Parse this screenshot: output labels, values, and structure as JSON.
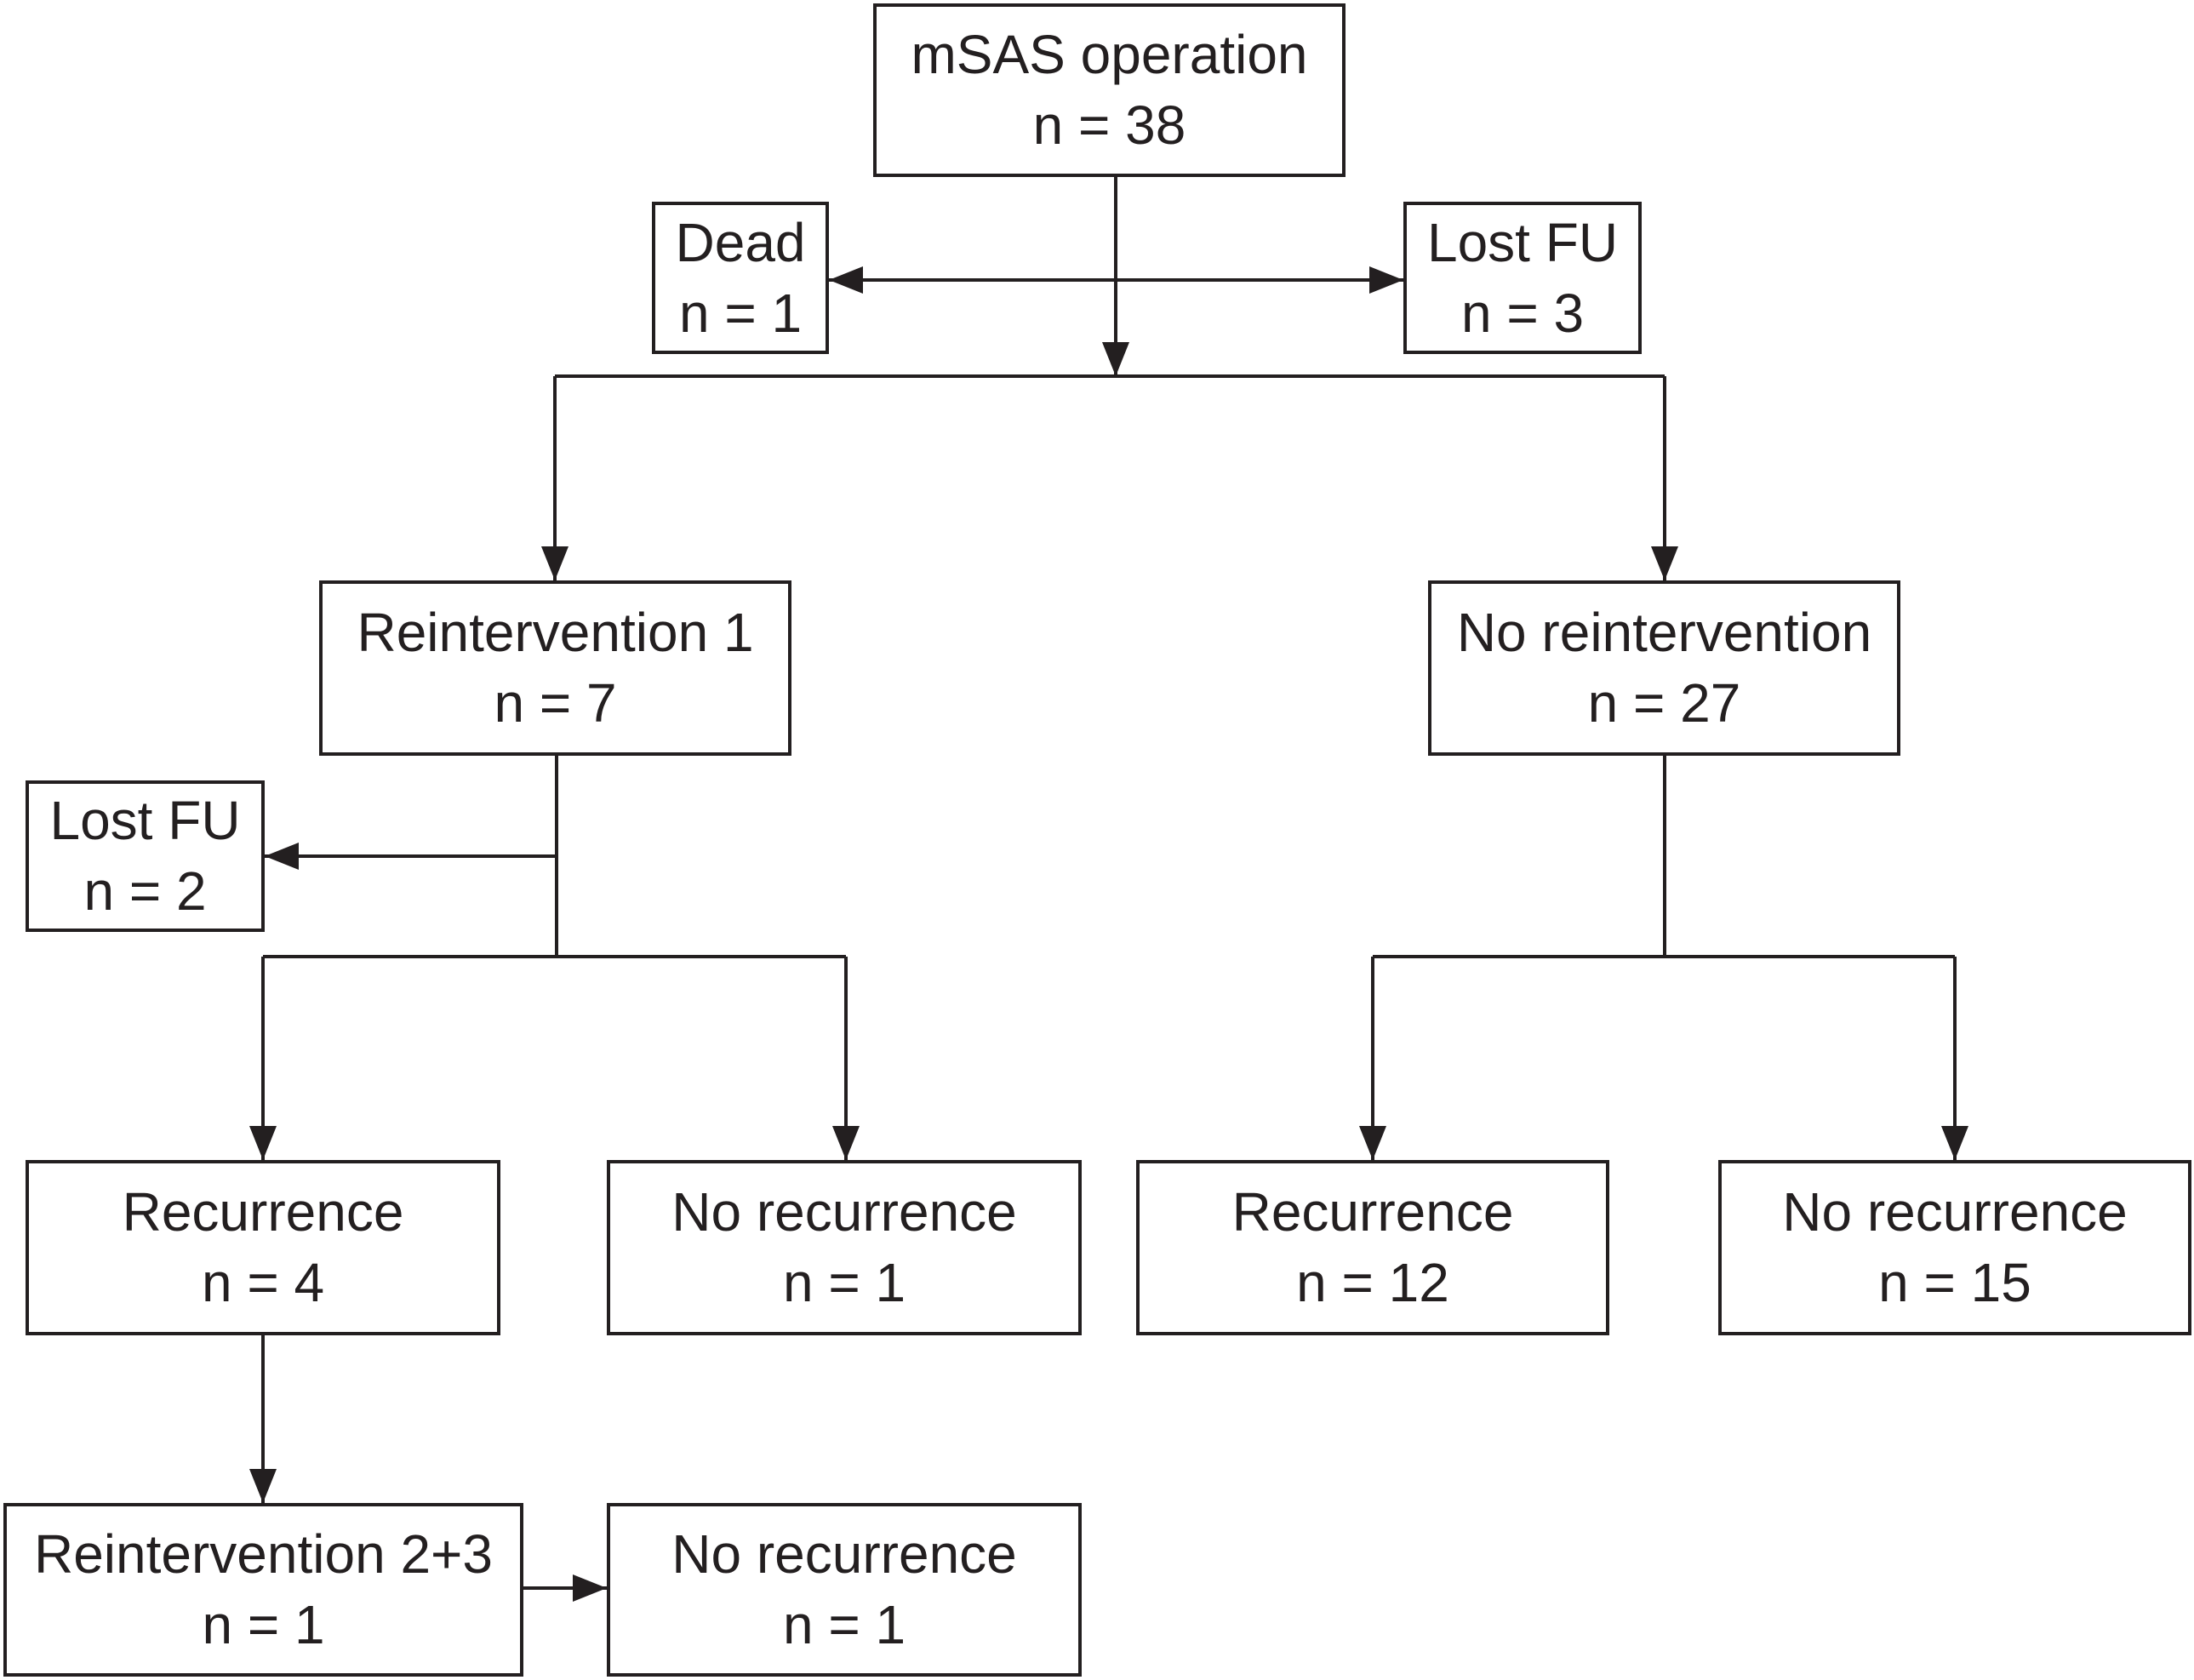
{
  "colors": {
    "line": "#231f20",
    "background": "#ffffff"
  },
  "nodes": {
    "root": {
      "label": "mSAS operation",
      "count": "n = 38"
    },
    "dead": {
      "label": "Dead",
      "count": "n = 1"
    },
    "lost1": {
      "label": "Lost FU",
      "count": "n = 3"
    },
    "reint1": {
      "label": "Reintervention 1",
      "count": "n = 7"
    },
    "noreint": {
      "label": "No reintervention",
      "count": "n = 27"
    },
    "lost2": {
      "label": "Lost FU",
      "count": "n = 2"
    },
    "rec1": {
      "label": "Recurrence",
      "count": "n = 4"
    },
    "norec1": {
      "label": "No recurrence",
      "count": "n = 1"
    },
    "rec2": {
      "label": "Recurrence",
      "count": "n = 12"
    },
    "norec2": {
      "label": "No recurrence",
      "count": "n = 15"
    },
    "reint23": {
      "label": "Reintervention 2+3",
      "count": "n = 1"
    },
    "norec3": {
      "label": "No recurrence",
      "count": "n = 1"
    }
  }
}
